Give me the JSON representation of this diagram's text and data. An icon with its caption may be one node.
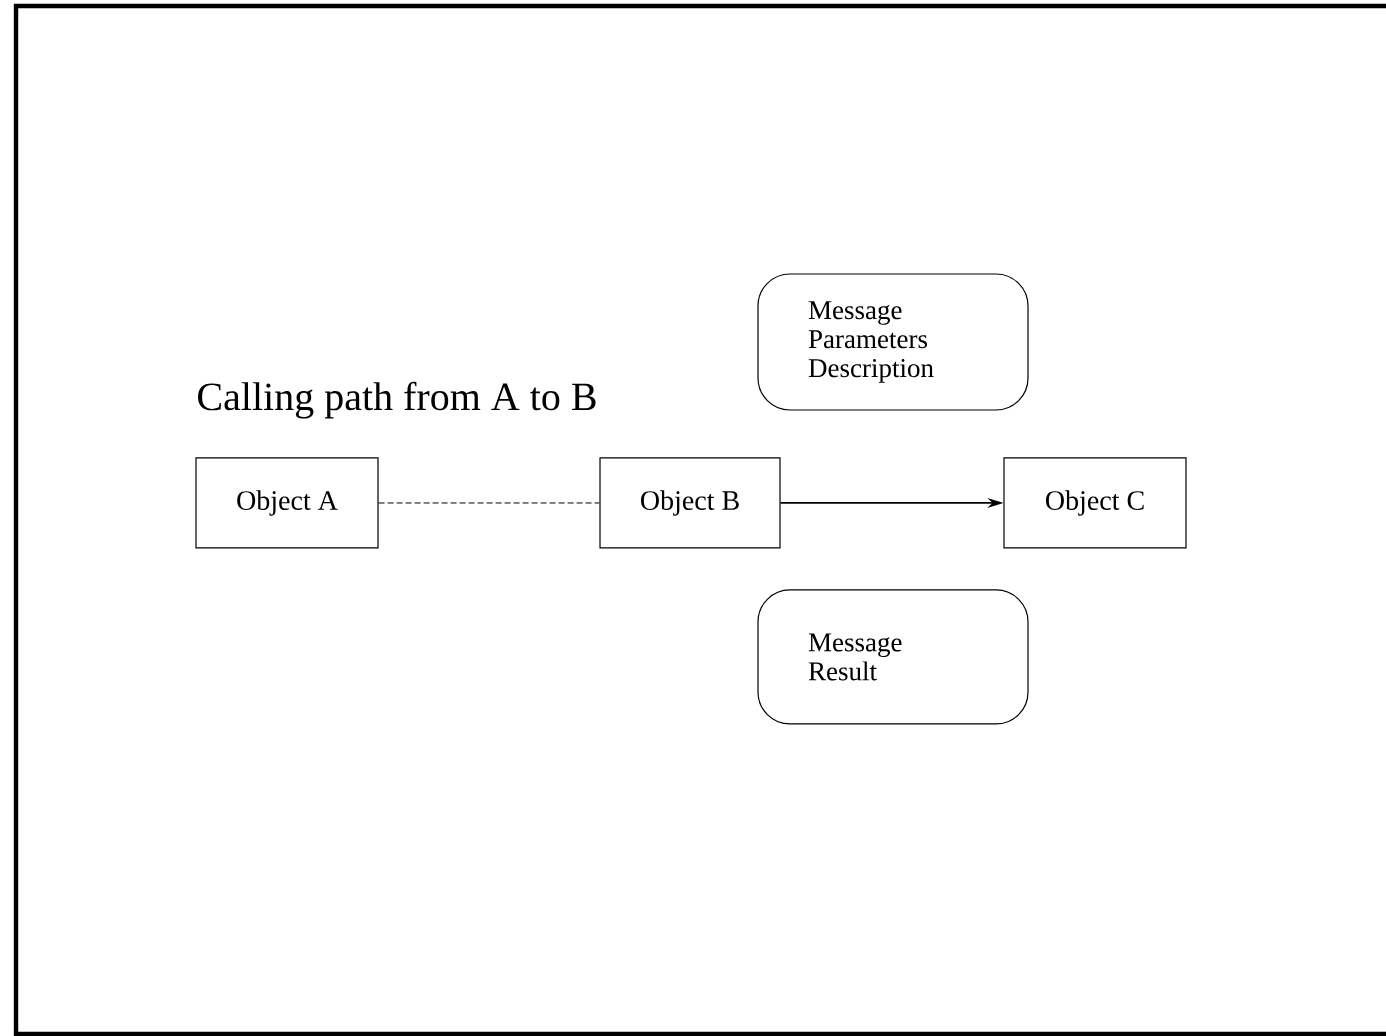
{
  "diagram": {
    "title": "Calling path from A to B",
    "nodes": [
      {
        "text": [
          "Object A"
        ]
      },
      {
        "text": [
          "Object B"
        ]
      },
      {
        "text": [
          "Object C"
        ]
      },
      {
        "text": [
          "Message Parameters Description"
        ]
      },
      {
        "text": [
          "Message Result"
        ]
      }
    ],
    "edges": [
      {
        "from": 0,
        "to": 1,
        "arrow": "none",
        "style": "dashed"
      },
      {
        "from": 1,
        "to": 2,
        "arrow": "to"
      }
    ]
  }
}
